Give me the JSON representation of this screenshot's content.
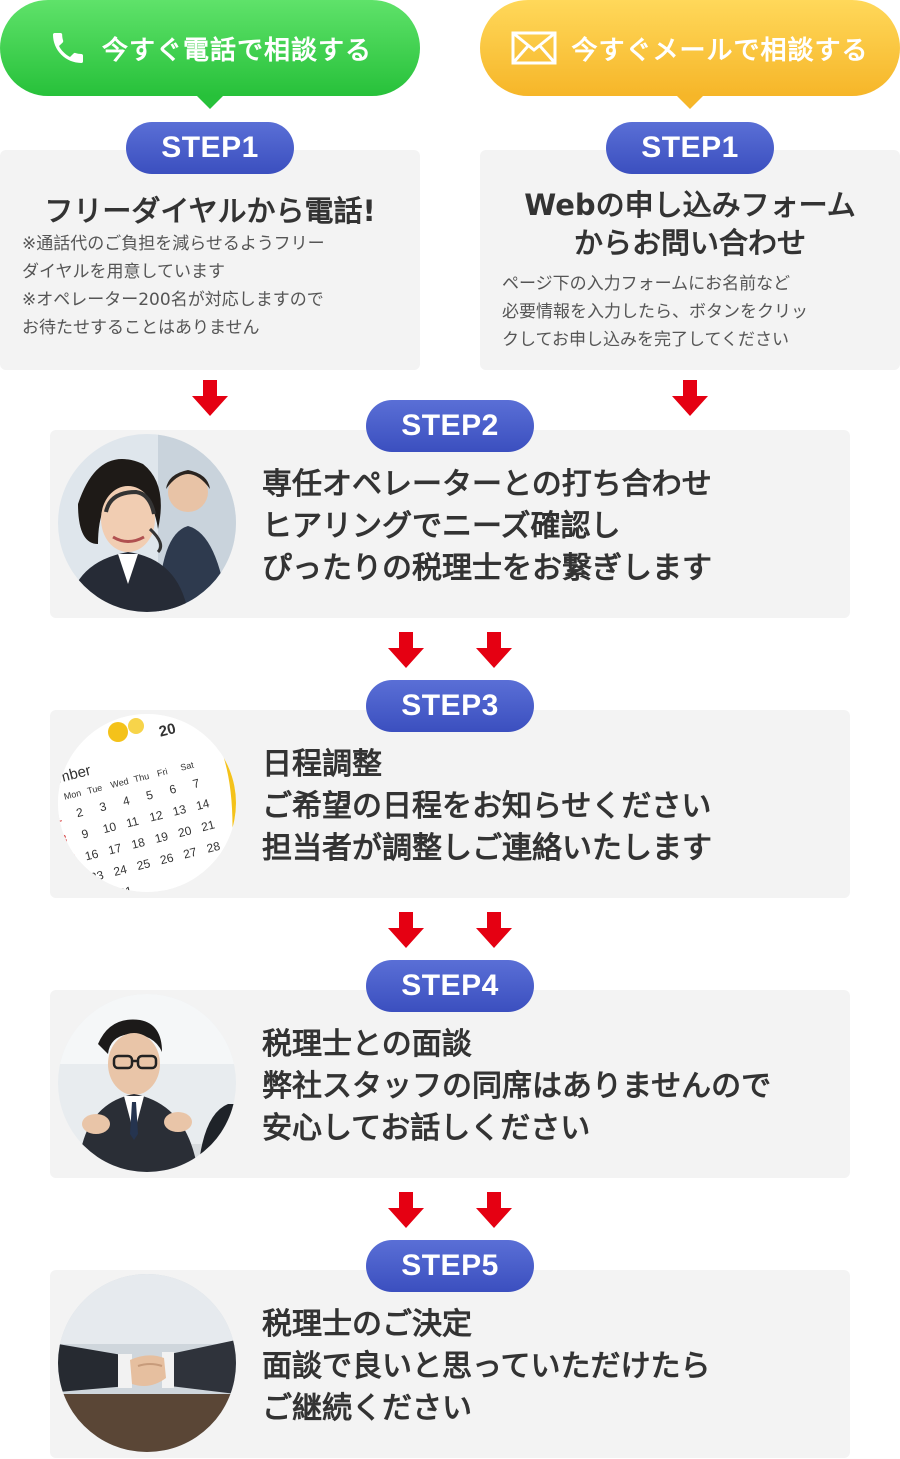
{
  "cta": {
    "phone_label": "今すぐ電話で相談する",
    "mail_label": "今すぐメールで相談する",
    "phone_color": "#27c13a",
    "mail_color": "#f6b629",
    "phone_icon": "phone-icon",
    "mail_icon": "envelope-icon"
  },
  "accent_color": "#3b4fbf",
  "arrow_color": "#e50012",
  "step1_phone": {
    "pill": "STEP1",
    "title": "フリーダイヤルから電話!",
    "lines": [
      "※通話代のご負担を減らせるようフリー",
      "ダイヤルを用意しています",
      "※オペレーター200名が対応しますので",
      "お待たせすることはありません"
    ]
  },
  "step1_web": {
    "pill": "STEP1",
    "title_lines": [
      "Webの申し込みフォーム",
      "からお問い合わせ"
    ],
    "lines": [
      "ページ下の入力フォームにお名前など",
      "必要情報を入力したら、ボタンをクリッ",
      "クしてお申し込みを完了してください"
    ]
  },
  "step2": {
    "pill": "STEP2",
    "image": "operators-photo",
    "lines": [
      "専任オペレーターとの打ち合わせ",
      "ヒアリングでニーズ確認し",
      "ぴったりの税理士をお繋ぎします"
    ]
  },
  "step3": {
    "pill": "STEP3",
    "image": "calendar-photo",
    "calendar_month": "mber",
    "calendar_year": "20",
    "calendar_days": [
      "Mon",
      "Tue",
      "Wed",
      "Thu",
      "Fri",
      "Sat"
    ],
    "lines": [
      "日程調整",
      "ご希望の日程をお知らせください",
      "担当者が調整しご連絡いたします"
    ]
  },
  "step4": {
    "pill": "STEP4",
    "image": "meeting-photo",
    "lines": [
      "税理士との面談",
      "弊社スタッフの同席はありませんので",
      "安心してお話しください"
    ]
  },
  "step5": {
    "pill": "STEP5",
    "image": "handshake-photo",
    "lines": [
      "税理士のご決定",
      "面談で良いと思っていただけたら",
      "ご継続ください"
    ]
  }
}
